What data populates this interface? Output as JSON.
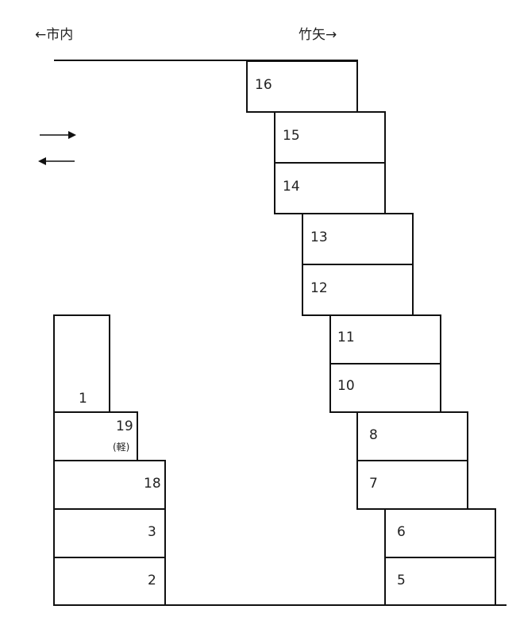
{
  "directions": {
    "left": "←市内",
    "right": "竹矢→"
  },
  "legend": {
    "right_arrow_icon": "arrow-right",
    "left_arrow_icon": "arrow-left"
  },
  "spaces": {
    "s16": "16",
    "s15": "15",
    "s14": "14",
    "s13": "13",
    "s12": "12",
    "s11": "11",
    "s10": "10",
    "s8": "8",
    "s7": "7",
    "s6": "6",
    "s5": "5",
    "s1": "1",
    "s19": "19",
    "s19_note": "(軽)",
    "s18": "18",
    "s3": "3",
    "s2": "2"
  }
}
